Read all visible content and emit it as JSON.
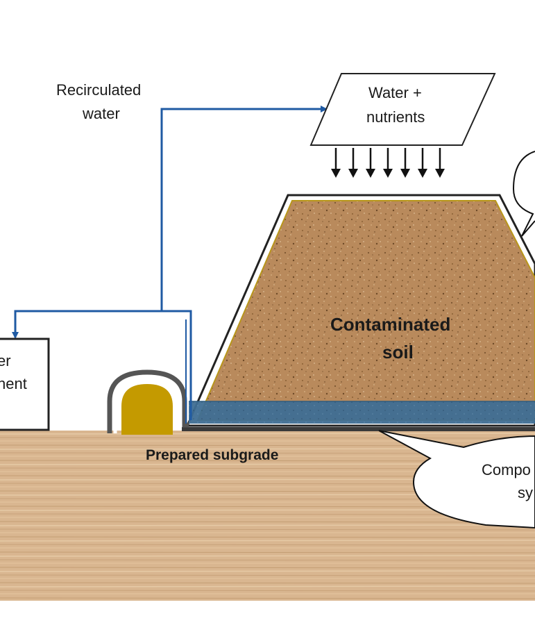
{
  "labels": {
    "recirculated_line1": "Recirculated",
    "recirculated_line2": "water",
    "water_nutrients_line1": "Water  +",
    "water_nutrients_line2": "nutrients",
    "contaminated_line1": "Contaminated",
    "contaminated_line2": "soil",
    "prepared_subgrade": "Prepared subgrade",
    "water_treatment_line1": "er",
    "water_treatment_line2": "nent",
    "components_line1": "Compo",
    "components_line2": "sy"
  },
  "colors": {
    "flow_line": "#1f5aa3",
    "soil": "#b98a5c",
    "drainage_layer": "#3f6e94",
    "collection_pipe": "#c49a00",
    "ground": "#d9b690",
    "liner": "#3a3a3a"
  },
  "icons": {
    "flow_arrow": "arrow-right",
    "spray_arrow": "arrow-down"
  }
}
